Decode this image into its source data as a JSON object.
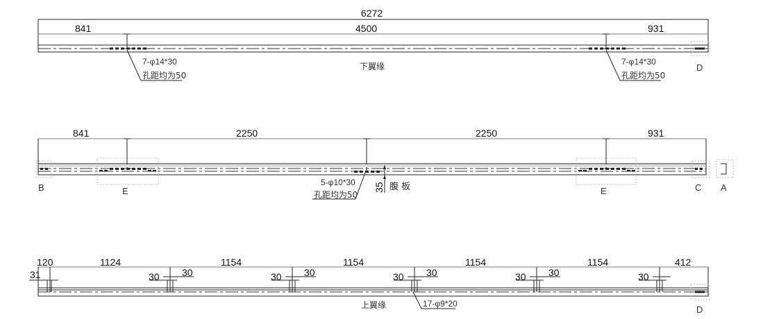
{
  "lower_flange": {
    "total_dim": "6272",
    "dims": [
      "841",
      "4500",
      "931"
    ],
    "hole_note": "7-φ14*30",
    "pitch_note": "孔距均为50",
    "title": "下翼缘",
    "end_label": "D"
  },
  "web": {
    "dims": [
      "841",
      "2250",
      "2250",
      "931"
    ],
    "hole_note": "5-φ10*30",
    "pitch_note": "孔距均为50",
    "offset_dim": "35",
    "title": "腹 板",
    "labels": {
      "b": "B",
      "e1": "E",
      "e2": "E",
      "c": "C",
      "a": "A"
    }
  },
  "upper_flange": {
    "dims": [
      "120",
      "1124",
      "1154",
      "1154",
      "1154",
      "1154",
      "412"
    ],
    "edge_dim": "31",
    "spacing": "30",
    "hole_note": "17-φ9*20",
    "title": "上翼缘",
    "end_label": "D"
  }
}
